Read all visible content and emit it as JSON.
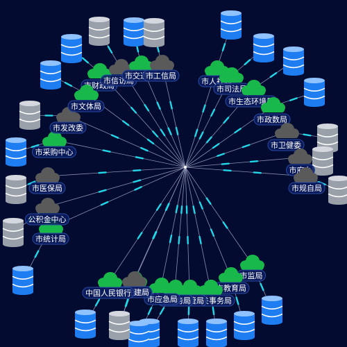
{
  "colors": {
    "background": "#030b30",
    "cloud_active": "#19b84a",
    "cloud_inactive": "#5a5a5a",
    "db_active": "#1e7df0",
    "db_inactive": "#9aa0aa",
    "line": "#8a90b0",
    "flow": "#22d8e8",
    "label_bg": "#0b1c60",
    "label_border": "#2a4aa0"
  },
  "departments": [
    {
      "name": "市财政局",
      "status": "active"
    },
    {
      "name": "市信访局",
      "status": "inactive"
    },
    {
      "name": "市交通局",
      "status": "active"
    },
    {
      "name": "市工信局",
      "status": "inactive"
    },
    {
      "name": "市人社局",
      "status": "active"
    },
    {
      "name": "市司法局",
      "status": "active"
    },
    {
      "name": "市生态环境局",
      "status": "active"
    },
    {
      "name": "市政数局",
      "status": "active"
    },
    {
      "name": "市卫健委",
      "status": "inactive"
    },
    {
      "name": "市府办",
      "status": "inactive"
    },
    {
      "name": "市规自局",
      "status": "inactive"
    },
    {
      "name": "市监局",
      "status": "active"
    },
    {
      "name": "市教育局",
      "status": "active"
    },
    {
      "name": "市机关事务局",
      "status": "active"
    },
    {
      "name": "市城管局",
      "status": "active"
    },
    {
      "name": "市商务局",
      "status": "active"
    },
    {
      "name": "中国人民银行",
      "status": "active"
    },
    {
      "name": "市应急局",
      "status": "active"
    },
    {
      "name": "市住建局",
      "status": "inactive"
    },
    {
      "name": "中国人民银行",
      "status": "active"
    },
    {
      "name": "市统计局",
      "status": "active"
    },
    {
      "name": "公积金中心",
      "status": "inactive"
    },
    {
      "name": "市医保局",
      "status": "inactive"
    },
    {
      "name": "市采购中心",
      "status": "active"
    },
    {
      "name": "市发改委",
      "status": "inactive"
    },
    {
      "name": "市文体局",
      "status": "active"
    }
  ]
}
